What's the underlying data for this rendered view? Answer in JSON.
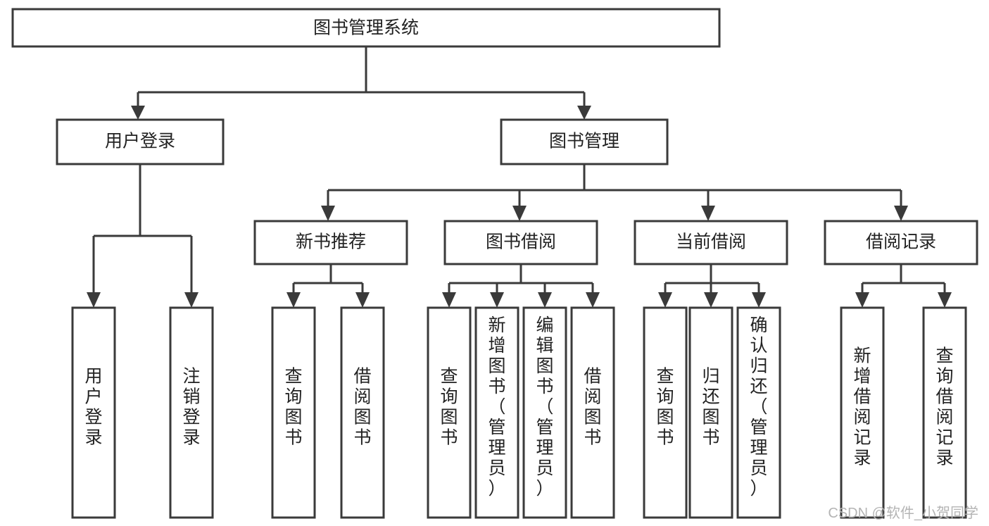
{
  "diagram": {
    "type": "tree-hierarchy-flowchart",
    "title": "图书管理系统",
    "root": {
      "id": "root",
      "label": "图书管理系统",
      "orientation": "horizontal"
    },
    "level2": [
      {
        "id": "user-login",
        "label": "用户登录",
        "orientation": "horizontal"
      },
      {
        "id": "book-management",
        "label": "图书管理",
        "orientation": "horizontal"
      }
    ],
    "level3": [
      {
        "id": "new-book-recommend",
        "label": "新书推荐",
        "orientation": "horizontal",
        "parent": "book-management"
      },
      {
        "id": "book-borrow",
        "label": "图书借阅",
        "orientation": "horizontal",
        "parent": "book-management"
      },
      {
        "id": "current-borrow",
        "label": "当前借阅",
        "orientation": "horizontal",
        "parent": "book-management"
      },
      {
        "id": "borrow-record",
        "label": "借阅记录",
        "orientation": "horizontal",
        "parent": "book-management"
      }
    ],
    "leaves": {
      "user_login": [
        {
          "id": "leaf-user-login",
          "label": "用户登录",
          "orientation": "vertical"
        },
        {
          "id": "leaf-logout-login",
          "label": "注销登录",
          "orientation": "vertical"
        }
      ],
      "new_book_recommend": [
        {
          "id": "leaf-query-book-1",
          "label": "查询图书",
          "orientation": "vertical"
        },
        {
          "id": "leaf-borrow-book-1",
          "label": "借阅图书",
          "orientation": "vertical"
        }
      ],
      "book_borrow": [
        {
          "id": "leaf-query-book-2",
          "label": "查询图书",
          "orientation": "vertical"
        },
        {
          "id": "leaf-add-book-admin",
          "label": "新增图书（管理员）",
          "orientation": "vertical"
        },
        {
          "id": "leaf-edit-book-admin",
          "label": "编辑图书（管理员）",
          "orientation": "vertical"
        },
        {
          "id": "leaf-borrow-book-2",
          "label": "借阅图书",
          "orientation": "vertical"
        }
      ],
      "current_borrow": [
        {
          "id": "leaf-query-book-3",
          "label": "查询图书",
          "orientation": "vertical"
        },
        {
          "id": "leaf-return-book",
          "label": "归还图书",
          "orientation": "vertical"
        },
        {
          "id": "leaf-confirm-return-admin",
          "label": "确认归还（管理员）",
          "orientation": "vertical"
        }
      ],
      "borrow_record": [
        {
          "id": "leaf-add-borrow-record",
          "label": "新增借阅记录",
          "orientation": "vertical"
        },
        {
          "id": "leaf-query-borrow-record",
          "label": "查询借阅记录",
          "orientation": "vertical"
        }
      ]
    }
  },
  "watermark": {
    "text": "CSDN @软件_小贺同学"
  },
  "colors": {
    "box_fill": "#ffffff",
    "box_stroke": "#3a3a3a",
    "connector": "#3a3a3a",
    "text": "#222222",
    "watermark": "#b4b4b4",
    "background": "#ffffff"
  }
}
